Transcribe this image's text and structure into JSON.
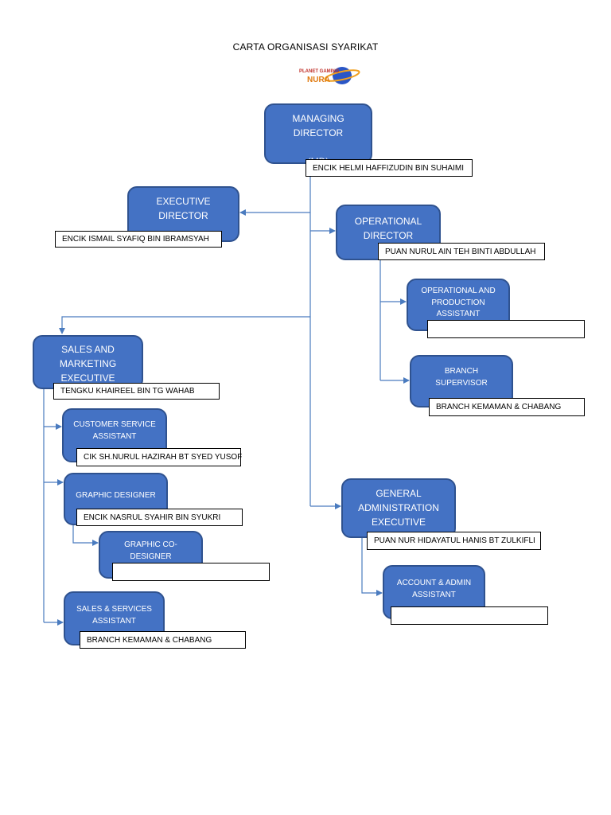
{
  "title": "CARTA ORGANISASI SYARIKAT",
  "logo": {
    "text": "PLANET GAMING NURA"
  },
  "colors": {
    "box_fill": "#4472c4",
    "box_border": "#2f528f",
    "connector": "#4a7bbf"
  },
  "nodes": {
    "managing_director": {
      "title": "MANAGING\nDIRECTOR\n\n(MD)",
      "name": "ENCIK HELMI HAFFIZUDIN BIN SUHAIMI"
    },
    "executive_director": {
      "title": "EXECUTIVE\nDIRECTOR",
      "name": "ENCIK ISMAIL SYAFIQ BIN IBRAMSYAH"
    },
    "operational_director": {
      "title": "OPERATIONAL\nDIRECTOR",
      "name": "PUAN NURUL AIN TEH BINTI ABDULLAH"
    },
    "operational_production_assistant": {
      "title": "OPERATIONAL AND\nPRODUCTION\nASSISTANT",
      "name": ""
    },
    "branch_supervisor": {
      "title": "BRANCH\nSUPERVISOR",
      "name": "BRANCH KEMAMAN & CHABANG"
    },
    "sales_marketing_executive": {
      "title": "SALES AND\nMARKETING\nEXECUTIVE",
      "name": "TENGKU KHAIREEL BIN TG WAHAB"
    },
    "customer_service_assistant": {
      "title": "CUSTOMER SERVICE\nASSISTANT",
      "name": "CIK SH.NURUL HAZIRAH BT SYED YUSOF"
    },
    "graphic_designer": {
      "title": "GRAPHIC DESIGNER",
      "name": "ENCIK NASRUL SYAHIR BIN SYUKRI"
    },
    "graphic_co_designer": {
      "title": "GRAPHIC CO-\nDESIGNER",
      "name": ""
    },
    "sales_services_assistant": {
      "title": "SALES & SERVICES\nASSISTANT",
      "name": "BRANCH KEMAMAN & CHABANG"
    },
    "general_admin_executive": {
      "title": "GENERAL\nADMINISTRATION\nEXECUTIVE",
      "name": "PUAN NUR HIDAYATUL HANIS BT ZULKIFLI"
    },
    "account_admin_assistant": {
      "title": "ACCOUNT  & ADMIN\nASSISTANT",
      "name": ""
    }
  }
}
